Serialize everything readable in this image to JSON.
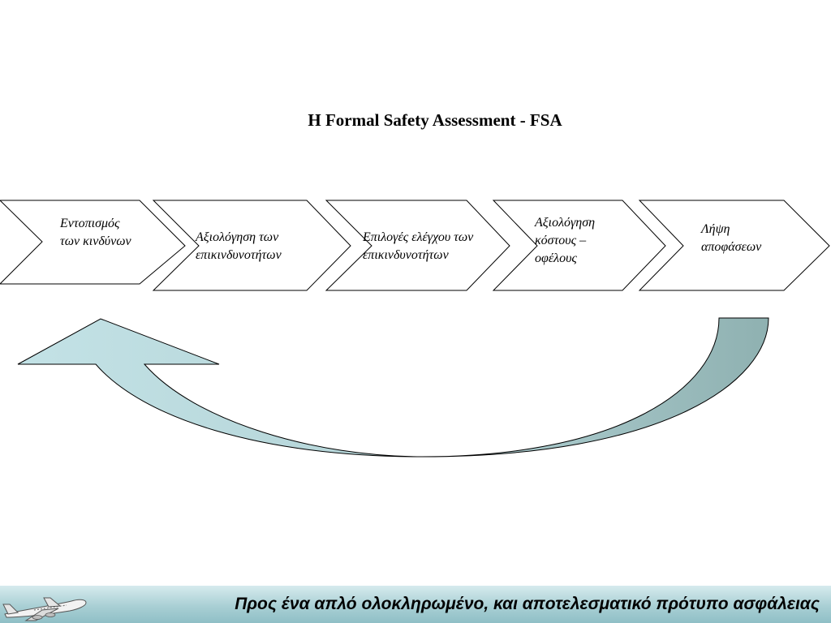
{
  "title": "H Formal Safety Assessment - FSA",
  "steps": [
    {
      "label": "Εντοπισμός\nτων κινδύνων"
    },
    {
      "label": "Αξιολόγηση των\nεπικινδυνοτήτων"
    },
    {
      "label": "Επιλογές ελέγχου των\nεπικινδυνοτήτων"
    },
    {
      "label": "Αξιολόγηση\nκόστους –\nοφέλους"
    },
    {
      "label": "Λήψη\nαποφάσεων"
    }
  ],
  "feedback_arrow": {
    "icon": "curved-feedback-arrow-icon",
    "fill_light": "#c3e2e6",
    "fill_dark": "#8fb1b1"
  },
  "footer": {
    "text": "Προς ένα απλό ολοκληρωμένο,  και αποτελεσματικό πρότυπο ασφάλειας",
    "icon": "airplane-icon",
    "background": "#a9cfd4"
  }
}
